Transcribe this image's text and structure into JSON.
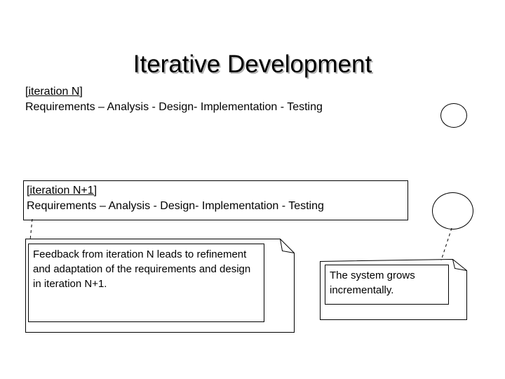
{
  "slide": {
    "title": "Iterative Development",
    "background_color": "#ffffff",
    "text_color": "#000000",
    "title_shadow_color": "#b3b3b3"
  },
  "iterations": [
    {
      "label": "[iteration N]",
      "phases": "Requirements – Analysis - Design- Implementation - Testing",
      "boxed": false
    },
    {
      "label": "[iteration N+1]",
      "phases": "Requirements – Analysis - Design- Implementation - Testing",
      "boxed": true
    }
  ],
  "notes": [
    {
      "id": "feedback",
      "text": "Feedback from iteration N leads to refinement and adaptation of the requirements and design in iteration N+1."
    },
    {
      "id": "grows",
      "text": "The system grows incrementally."
    }
  ],
  "bubbles": [
    {
      "id": "circle-1",
      "label": ""
    },
    {
      "id": "circle-2",
      "label": ""
    }
  ]
}
